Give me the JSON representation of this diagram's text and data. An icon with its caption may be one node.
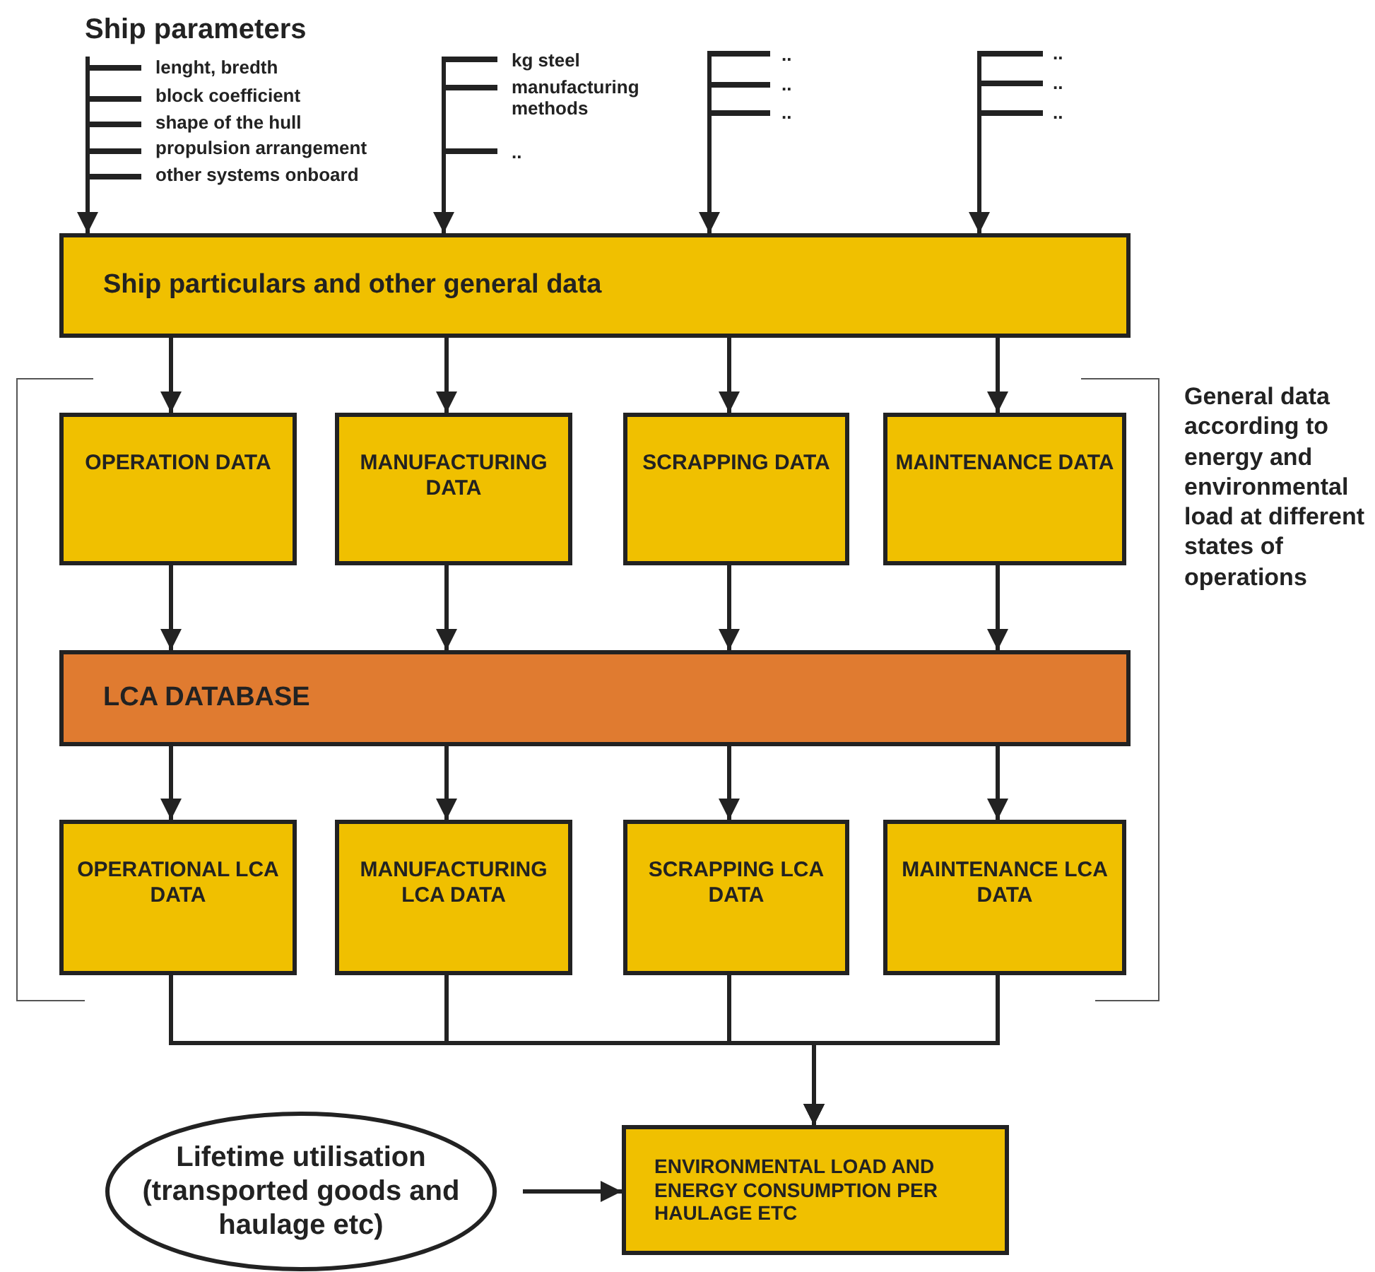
{
  "diagram": {
    "nodes": [
      {
        "text": [
          "Ship particulars and other general data"
        ]
      },
      {
        "text": [
          "OPERATION DATA"
        ]
      },
      {
        "text": [
          "MANUFACTURING DATA"
        ]
      },
      {
        "text": [
          "SCRAPPING DATA"
        ]
      },
      {
        "text": [
          "MAINTENANCE DATA"
        ]
      },
      {
        "text": [
          "LCA DATABASE"
        ]
      },
      {
        "text": [
          "OPERATIONAL LCA DATA"
        ]
      },
      {
        "text": [
          "MANUFACTURING LCA DATA"
        ]
      },
      {
        "text": [
          "SCRAPPING LCA DATA"
        ]
      },
      {
        "text": [
          "MAINTENANCE LCA DATA"
        ]
      },
      {
        "text": [
          "ENVIRONMENTAL LOAD AND ENERGY CONSUMPTION PER HAULAGE ETC"
        ]
      },
      {
        "text": [
          "Lifetime utilisation (transported goods and haulage etc)"
        ]
      }
    ],
    "edges": [
      {
        "from": null,
        "to": 0,
        "arrow": "to"
      },
      {
        "from": null,
        "to": 0,
        "arrow": "to"
      },
      {
        "from": null,
        "to": 0,
        "arrow": "to"
      },
      {
        "from": null,
        "to": 0,
        "arrow": "to"
      },
      {
        "from": 0,
        "to": 1,
        "arrow": "to"
      },
      {
        "from": 0,
        "to": 2,
        "arrow": "to"
      },
      {
        "from": 0,
        "to": 3,
        "arrow": "to"
      },
      {
        "from": 0,
        "to": 4,
        "arrow": "to"
      },
      {
        "from": 1,
        "to": 5,
        "arrow": "to"
      },
      {
        "from": 2,
        "to": 5,
        "arrow": "to"
      },
      {
        "from": 3,
        "to": 5,
        "arrow": "to"
      },
      {
        "from": 4,
        "to": 5,
        "arrow": "to"
      },
      {
        "from": 5,
        "to": 6,
        "arrow": "to"
      },
      {
        "from": 5,
        "to": 7,
        "arrow": "to"
      },
      {
        "from": 5,
        "to": 8,
        "arrow": "to"
      },
      {
        "from": 5,
        "to": 9,
        "arrow": "to"
      },
      {
        "from": 6,
        "to": 10,
        "arrow": "to"
      },
      {
        "from": 7,
        "to": 10,
        "arrow": "to"
      },
      {
        "from": 8,
        "to": 10,
        "arrow": "to"
      },
      {
        "from": 9,
        "to": 10,
        "arrow": "to"
      },
      {
        "from": 11,
        "to": 10,
        "arrow": "to"
      }
    ],
    "labels": [
      "Ship parameters",
      "lenght, bredth",
      "block coefficient",
      "shape of the hull",
      "propulsion arrangement",
      "other systems onboard",
      "kg steel",
      "manufacturing methods",
      "..",
      "..",
      "..",
      "..",
      "..",
      "..",
      "..",
      "General data according to energy and environmental load at different states of operations"
    ]
  }
}
